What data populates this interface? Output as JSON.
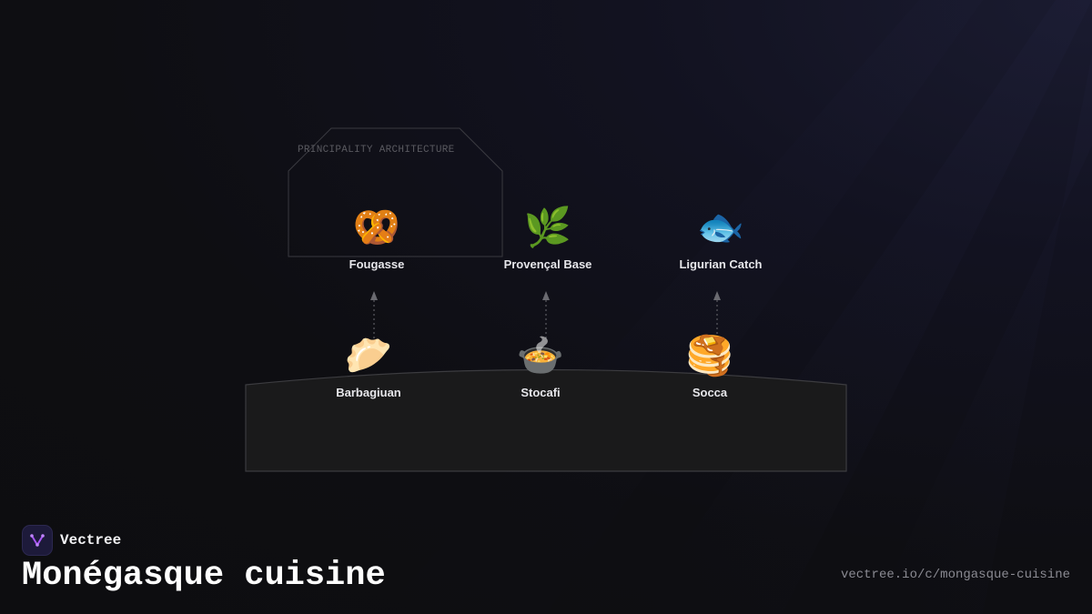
{
  "architecture": {
    "label": "PRINCIPALITY ARCHITECTURE"
  },
  "top_row": [
    {
      "emoji": "🥨",
      "label": "Fougasse",
      "icon": "pretzel-icon"
    },
    {
      "emoji": "🌿",
      "label": "Provençal Base",
      "icon": "herb-icon"
    },
    {
      "emoji": "🐟",
      "label": "Ligurian Catch",
      "icon": "fish-icon"
    }
  ],
  "bottom_row": [
    {
      "emoji": "🥟",
      "label": "Barbagiuan",
      "icon": "dumpling-icon"
    },
    {
      "emoji": "🍲",
      "label": "Stocafi",
      "icon": "stew-pot-icon"
    },
    {
      "emoji": "🥞",
      "label": "Socca",
      "icon": "pancakes-icon"
    }
  ],
  "brand": {
    "name": "Vectree",
    "logo_icon": "vectree-logo-icon",
    "accent": "#a855f7"
  },
  "title": "Monégasque cuisine",
  "url": "vectree.io/c/mongasque-cuisine"
}
